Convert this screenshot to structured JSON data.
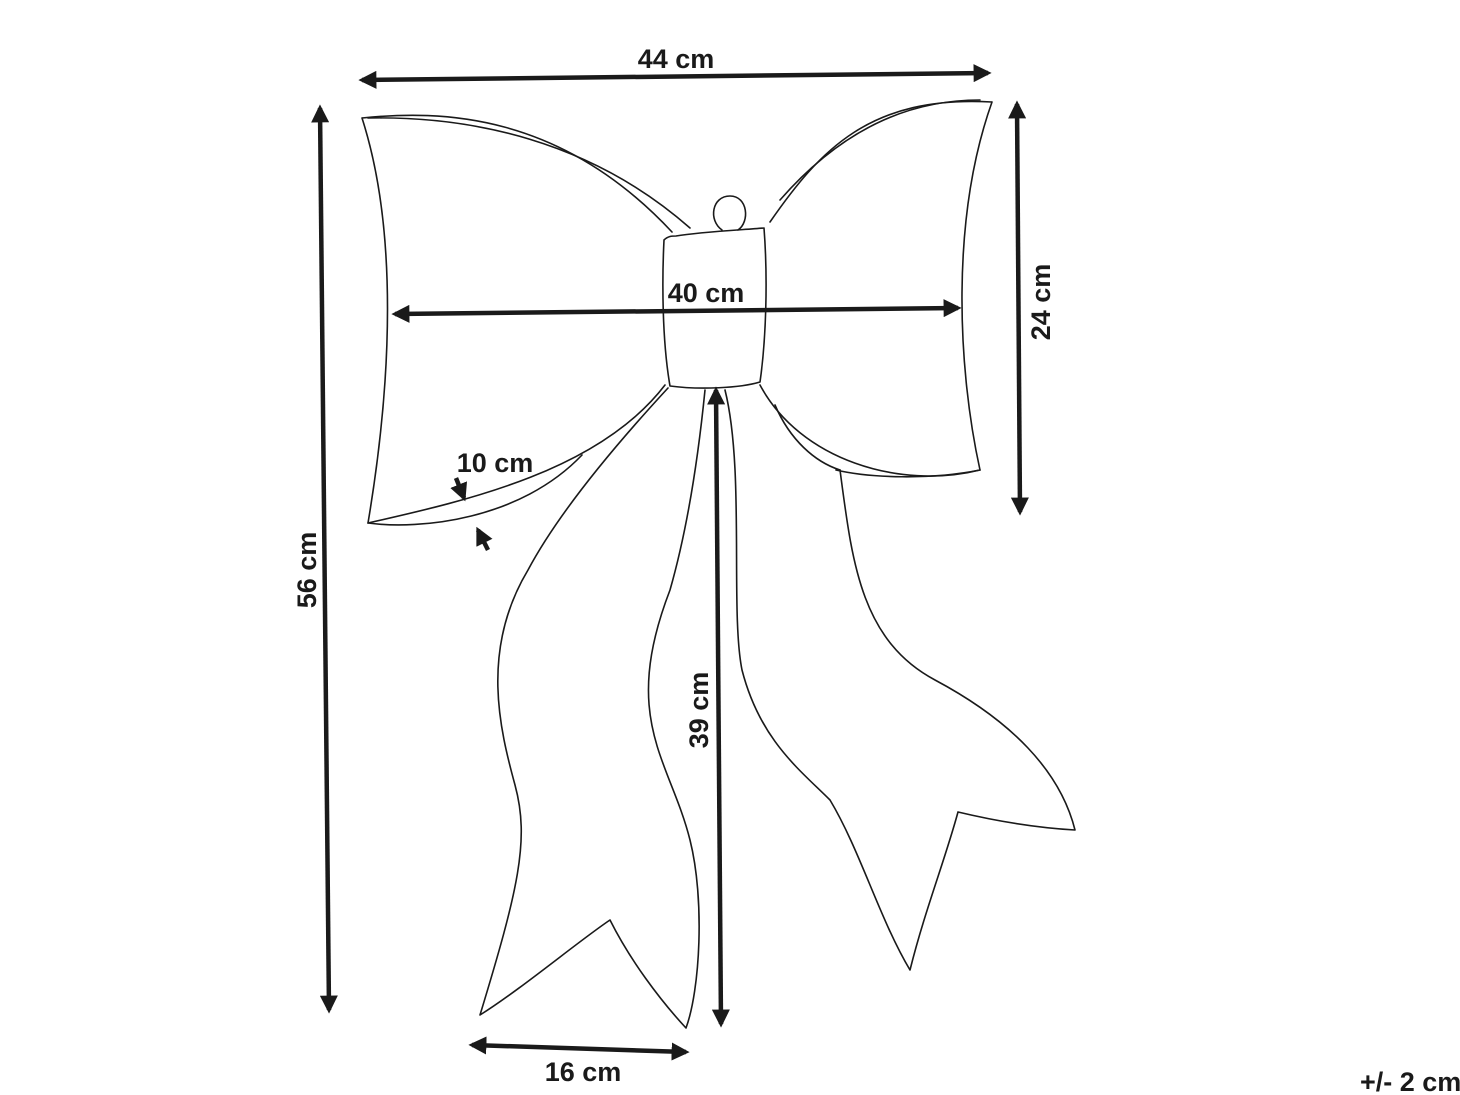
{
  "dimensions": {
    "total_width": "44 cm",
    "inner_width": "40 cm",
    "total_height": "56 cm",
    "loop_height": "24 cm",
    "tail_length": "39 cm",
    "loop_depth": "10 cm",
    "tail_width": "16 cm"
  },
  "tolerance": "+/- 2 cm"
}
